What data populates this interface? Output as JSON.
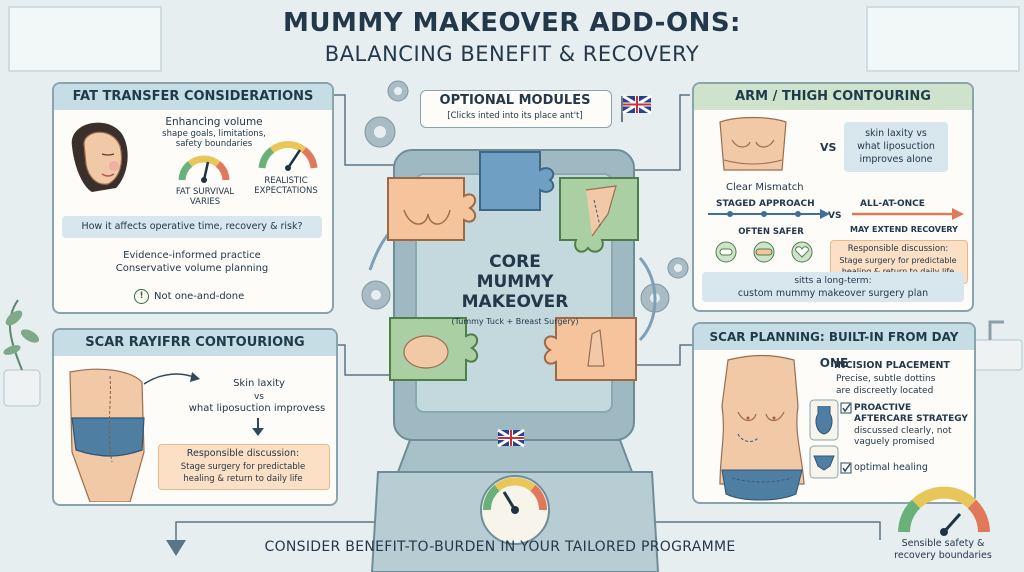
{
  "title": {
    "line1": "MUMMY MAKEOVER ADD-ONS:",
    "line2": "BALANCING BENEFIT & RECOVERY"
  },
  "optional_modules": {
    "label": "OPTIONAL MODULES",
    "sublabel": "[Clicks inted into its place ant't]"
  },
  "core": {
    "line1": "CORE",
    "line2": "MUMMY",
    "line3": "MAKEOVER",
    "sub": "(Tummy Tuck + Breast Surgery)"
  },
  "fat_transfer": {
    "header": "FAT TRANSFER CONSIDERATIONS",
    "enhancing": "Enhancing volume",
    "goals": "shape goals, limitations,",
    "boundaries": "safety boundaries",
    "gauge1_label1": "FAT SURVIVAL",
    "gauge1_label2": "VARIES",
    "gauge2_label1": "REALISTIC",
    "gauge2_label2": "EXPECTATIONS",
    "question": "How it affects operative time, recovery & risk?",
    "evidence1": "Evidence-informed practice",
    "evidence2": "Conservative volume planning",
    "alert_icon": "!",
    "not_one": "Not one-and-done"
  },
  "scar_contouring": {
    "header": "SCAR RAYIFRR CONTOURIONG",
    "laxity": "Skin laxity",
    "vs": "vs",
    "lipo": "what liposuction improvess",
    "resp_title": "Responsible discussion:",
    "resp_line1": "Stage surgery for predictable",
    "resp_line2": "healing & return to daily life"
  },
  "arm_thigh": {
    "header": "ARM / THIGH CONTOURING",
    "vs": "VS",
    "laxity1": "skin laxity vs",
    "laxity2": "what liposuction",
    "laxity3": "improves alone",
    "mismatch": "Clear Mismatch",
    "staged": "STAGED APPROACH",
    "vs2": "VS",
    "all_at_once": "ALL-AT-ONCE",
    "often_safer": "OFTEN SAFER",
    "may_extend": "MAY EXTEND RECOVERY",
    "resp_title": "Responsible discussion:",
    "resp_line1": "Stage surgery for predictable",
    "resp_line2": "healing & return to daily life",
    "sits1": "sitts a long-term:",
    "sits2": "custom mummy makeover surgery plan"
  },
  "scar_planning": {
    "header": "SCAR PLANNING: BUILT-IN FROM DAY ONE",
    "incision_title": "INCISION PLACEMENT",
    "incision1": "Precise, subtle dottins",
    "incision2": "are discreetly located",
    "proactive1": "PROACTIVE",
    "proactive2": "AFTERCARE STRATEGY",
    "proactive3": "discussed clearly, not",
    "proactive4": "vaguely promised",
    "optimal": "optimal healing"
  },
  "footer": {
    "consider": "CONSIDER BENEFIT-TO-BURDEN IN YOUR TAILORED PROGRAMME",
    "sensible1": "Sensible safety &",
    "sensible2": "recovery boundaries"
  },
  "colors": {
    "panel_border": "#8aa4ad",
    "header_blue": "#c7dde5",
    "header_green": "#cfe3cc",
    "note_orange": "#fbe0c5",
    "puzzle_orange": "#f5c49c",
    "puzzle_blue": "#6f9fc2",
    "puzzle_green": "#a9cfa2",
    "core_panel": "#c3d9de"
  }
}
